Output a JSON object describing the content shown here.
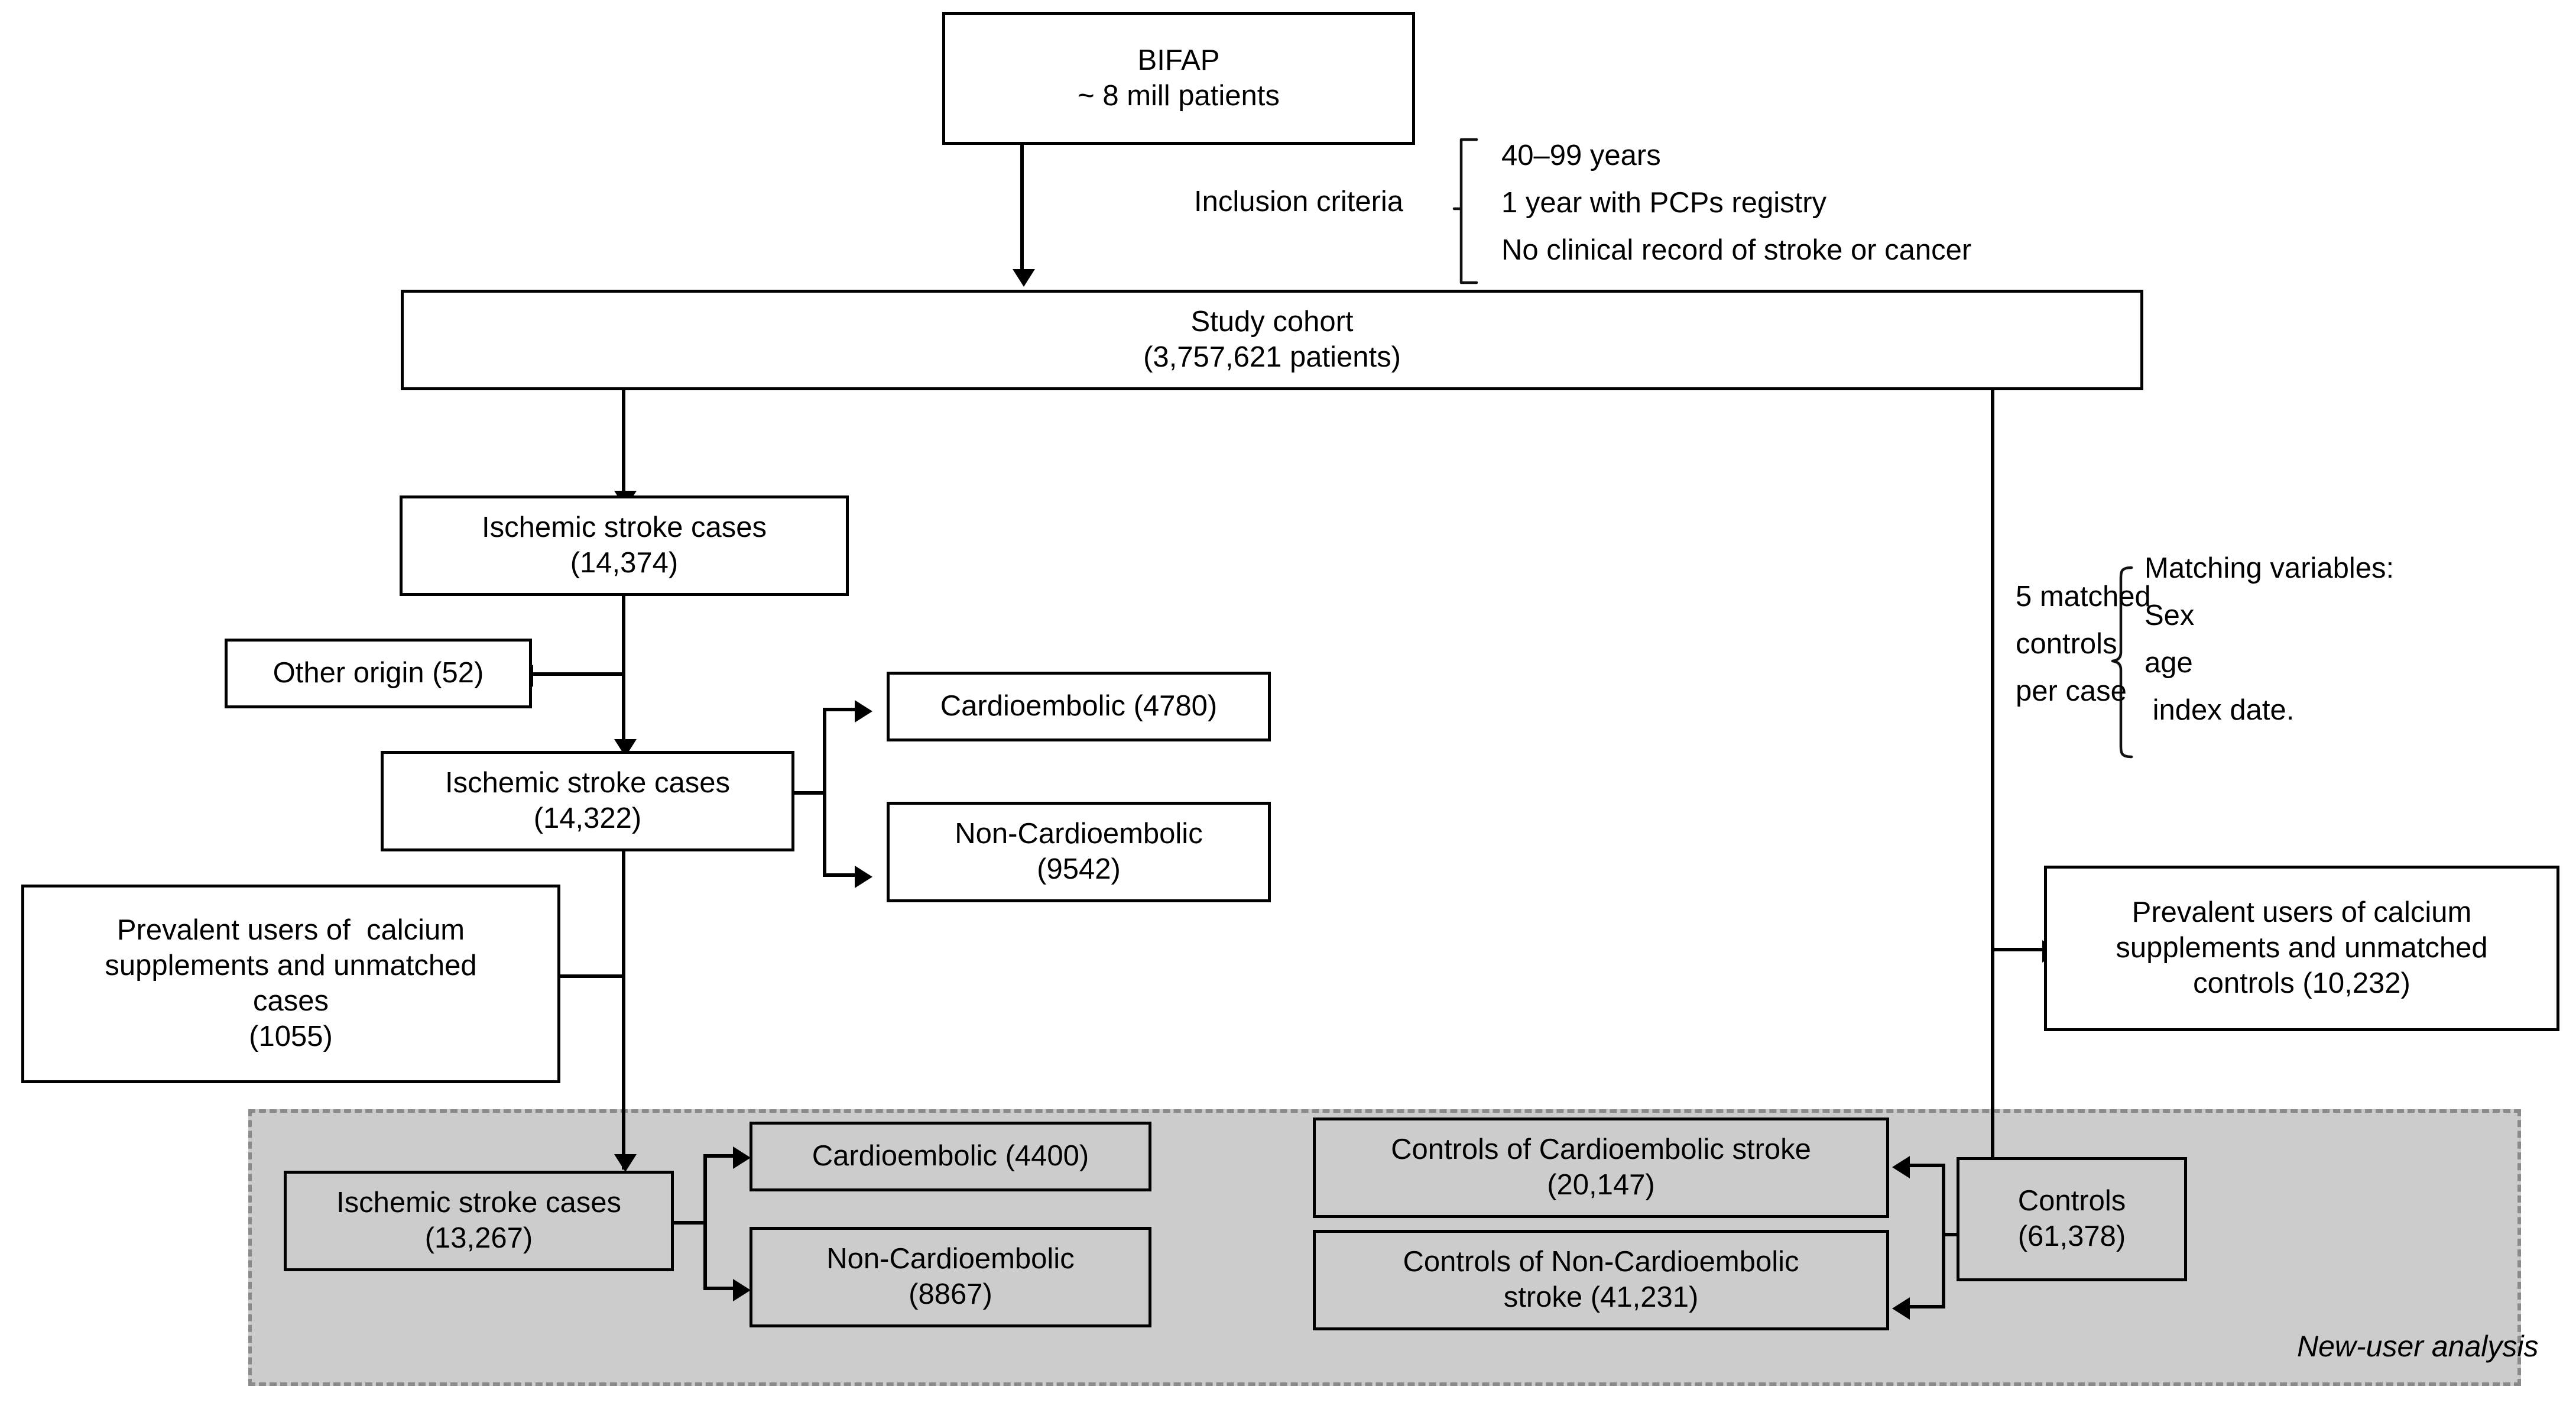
{
  "figure": {
    "type": "flowchart",
    "title": "Study population flow diagram",
    "panel_label": "New-user analysis"
  },
  "nodes": {
    "source": {
      "line1": "BIFAP",
      "line2": "~ 8 mill patients"
    },
    "cohort": {
      "line1": "Study cohort",
      "line2": "(3,757,621 patients)"
    },
    "cases_initial": {
      "line1": "Ischemic stroke cases",
      "line2": "(14,374)"
    },
    "other_origin": {
      "line1": "Other origin (52)"
    },
    "cases_after_other": {
      "line1": "Ischemic stroke cases",
      "line2": "(14,322)"
    },
    "cardio_all": {
      "line1": "Cardioembolic (4780)"
    },
    "noncardio_all": {
      "line1": "Non-Cardioembolic",
      "line2": "(9542)"
    },
    "prevalent_cases": {
      "line1": "Prevalent users of  calcium",
      "line2": "supplements and unmatched",
      "line3": "cases",
      "line4": "(1055)"
    },
    "prevalent_controls": {
      "line1": "Prevalent users of calcium",
      "line2": "supplements and unmatched",
      "line3": "controls (10,232)"
    },
    "cases_final": {
      "line1": "Ischemic stroke cases",
      "line2": "(13,267)"
    },
    "cardio_final": {
      "line1": "Cardioembolic (4400)"
    },
    "noncardio_final": {
      "line1": "Non-Cardioembolic",
      "line2": "(8867)"
    },
    "controls_cardio": {
      "line1": "Controls of Cardioembolic stroke",
      "line2": "(20,147)"
    },
    "controls_noncardio": {
      "line1": "Controls of Non-Cardioembolic",
      "line2": "stroke (41,231)"
    },
    "controls_total": {
      "line1": "Controls",
      "line2": "(61,378)"
    }
  },
  "annotations": {
    "inclusion_label": "Inclusion criteria",
    "inclusion_items": [
      "40–99 years",
      "1 year with PCPs registry",
      "No clinical record of stroke or cancer"
    ],
    "matching_label_l1": "5 matched",
    "matching_label_l2": "controls",
    "matching_label_l3": "per case",
    "matching_title": "Matching variables:",
    "matching_items": [
      "Sex",
      "age",
      " index date."
    ]
  },
  "chart_data": {
    "type": "flowchart",
    "counts": {
      "bifap_patients_approx": "~ 8 mill",
      "study_cohort": 3757621,
      "ischemic_stroke_cases_initial": 14374,
      "other_origin_excluded": 52,
      "ischemic_stroke_cases_after_exclusion": 14322,
      "cardioembolic_all": 4780,
      "non_cardioembolic_all": 9542,
      "prevalent_users_unmatched_cases_excluded": 1055,
      "prevalent_users_unmatched_controls_excluded": 10232,
      "ischemic_stroke_cases_final": 13267,
      "cardioembolic_final": 4400,
      "non_cardioembolic_final": 8867,
      "controls_total": 61378,
      "controls_of_cardioembolic_stroke": 20147,
      "controls_of_non_cardioembolic_stroke": 41231
    },
    "matching_ratio": "5 matched controls per case"
  },
  "colors": {
    "panel_fill": "#cccccc",
    "panel_border": "#8a8a8a",
    "stroke": "#000000",
    "background": "#ffffff"
  }
}
